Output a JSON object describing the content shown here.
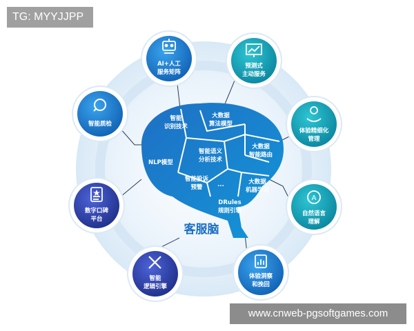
{
  "watermark": "TG: MYYJJPP",
  "url_banner": "www.cnweb-pgsoftgames.com",
  "brain_label": "客服脑",
  "brain_regions": {
    "nlp": "NLP模型",
    "smart_recognition": [
      "智能",
      "识别技术"
    ],
    "big_data_algo": [
      "大数据",
      "算法模型"
    ],
    "big_data_route": [
      "大数据",
      "智能路由"
    ],
    "semantic": [
      "智能语义",
      "分析技术"
    ],
    "complaint": [
      "智能投诉",
      "预警"
    ],
    "ellipsis": "...",
    "ml": [
      "大数据",
      "机器学习"
    ],
    "drules": [
      "DRules",
      "规则引擎"
    ]
  },
  "nodes": [
    {
      "id": "ai-matrix",
      "icon": "robot-icon",
      "lines": [
        "AI+人工",
        "服务矩阵"
      ],
      "color": "#1a7fd4"
    },
    {
      "id": "predictive",
      "icon": "presentation-chart-icon",
      "lines": [
        "预测式",
        "主动服务"
      ],
      "color": "#13a6b8"
    },
    {
      "id": "experience",
      "icon": "user-shield-icon",
      "lines": [
        "体验精细化",
        "管理"
      ],
      "color": "#13a6b8"
    },
    {
      "id": "nlu",
      "icon": "speech-bubble-icon",
      "lines": [
        "自然语言",
        "理解"
      ],
      "color": "#13a6b8"
    },
    {
      "id": "insight",
      "icon": "clipboard-chart-icon",
      "lines": [
        "体验洞察",
        "和挽回"
      ],
      "color": "#2a5fc8"
    },
    {
      "id": "logic",
      "icon": "tools-icon",
      "lines": [
        "智能",
        "逻辑引擎"
      ],
      "color": "#2e3fa8"
    },
    {
      "id": "reputation",
      "icon": "document-star-icon",
      "lines": [
        "数字口碑",
        "平台"
      ],
      "color": "#2e3fa8"
    },
    {
      "id": "quality",
      "icon": "magnifier-icon",
      "lines": [
        "智能质检"
      ],
      "color": "#1a7fd4"
    }
  ]
}
